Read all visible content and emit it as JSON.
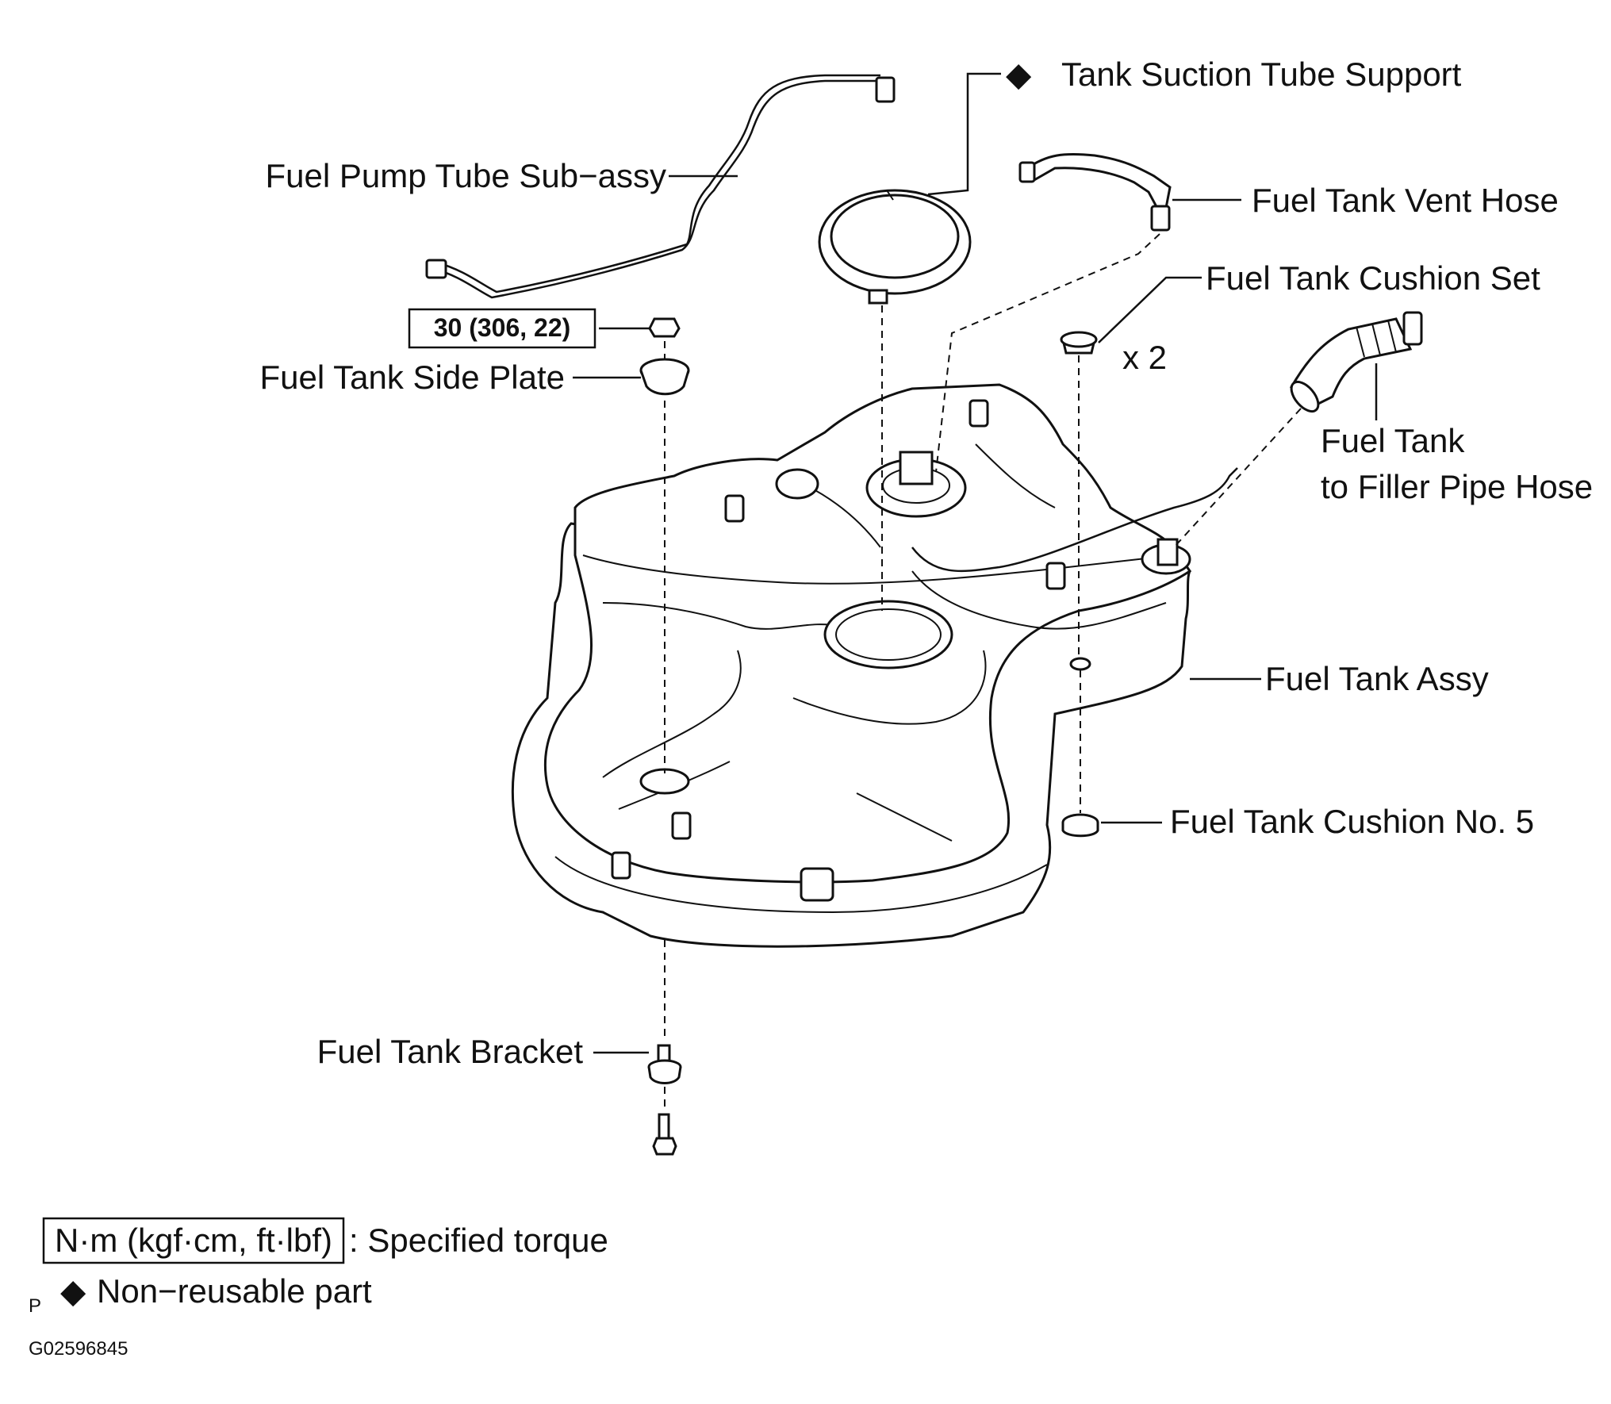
{
  "labels": {
    "fuel_pump_tube": "Fuel Pump Tube Sub−assy",
    "suction_support": "Tank Suction Tube Support",
    "vent_hose": "Fuel Tank Vent Hose",
    "cushion_set": "Fuel Tank Cushion Set",
    "cushion_qty": "x 2",
    "torque_value": "30 (306, 22)",
    "side_plate": "Fuel Tank Side Plate",
    "filler_hose_line1": "Fuel Tank",
    "filler_hose_line2": "to Filler Pipe Hose",
    "tank_assy": "Fuel Tank Assy",
    "cushion_no5": "Fuel Tank Cushion No. 5",
    "tank_bracket": "Fuel Tank Bracket"
  },
  "legend": {
    "torque_unit": "N·m (kgf·cm, ft·lbf)",
    "torque_desc": ": Specified torque",
    "nonreusable_prefix": "P",
    "nonreusable_desc": "Non−reusable part"
  },
  "figure_id": "G02596845",
  "icons": {
    "nonreusable_marker": "black-diamond-icon"
  }
}
